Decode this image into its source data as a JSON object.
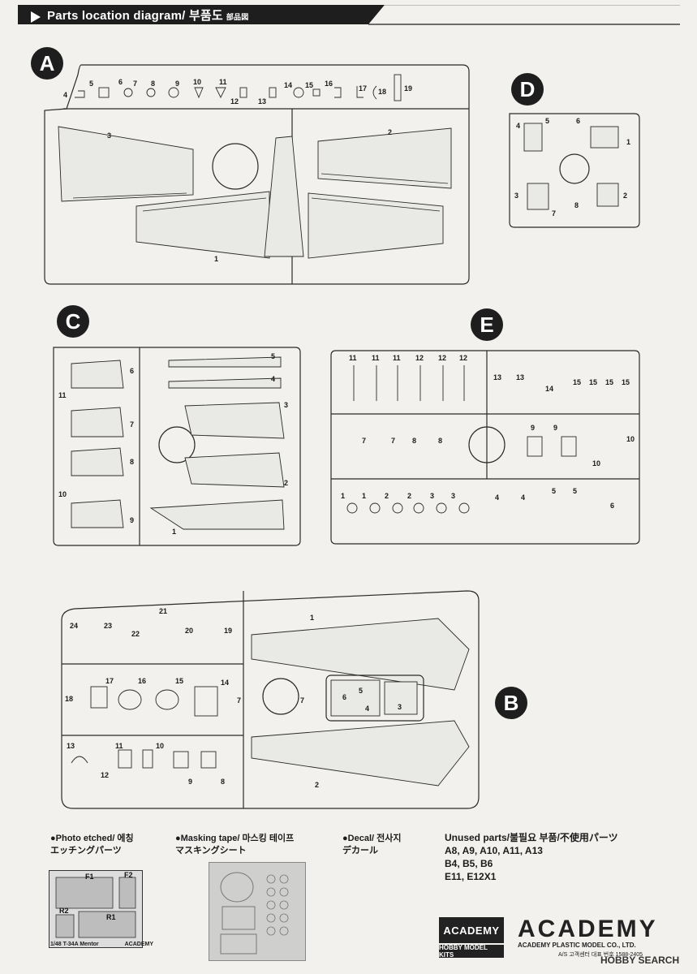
{
  "header": {
    "title": "Parts location diagram/ 부품도",
    "title_sub": "部品図"
  },
  "sprues": {
    "A": {
      "badge": "A",
      "labels": [
        "4",
        "5",
        "6",
        "7",
        "8",
        "9",
        "10",
        "11",
        "12",
        "13",
        "14",
        "15",
        "16",
        "17",
        "18",
        "19",
        "3",
        "2",
        "1"
      ]
    },
    "B": {
      "badge": "B",
      "labels": [
        "24",
        "23",
        "22",
        "21",
        "20",
        "19",
        "1",
        "18",
        "17",
        "16",
        "15",
        "14",
        "7",
        "7",
        "6",
        "5",
        "4",
        "3",
        "13",
        "11",
        "10",
        "12",
        "9",
        "8",
        "2"
      ]
    },
    "C": {
      "badge": "C",
      "labels": [
        "6",
        "11",
        "7",
        "8",
        "10",
        "9",
        "5",
        "4",
        "3",
        "2",
        "1"
      ]
    },
    "D": {
      "badge": "D",
      "labels": [
        "4",
        "5",
        "6",
        "1",
        "3",
        "7",
        "8",
        "2"
      ]
    },
    "E": {
      "badge": "E",
      "labels": [
        "11",
        "11",
        "11",
        "12",
        "12",
        "12",
        "13",
        "13",
        "14",
        "15",
        "15",
        "15",
        "15",
        "7",
        "7",
        "8",
        "8",
        "9",
        "9",
        "10",
        "10",
        "1",
        "1",
        "2",
        "2",
        "3",
        "3",
        "4",
        "4",
        "5",
        "5",
        "6"
      ]
    }
  },
  "legend": {
    "photo_etched": "●Photo etched/ 에칭",
    "photo_etched_jp": "エッチングパーツ",
    "masking_tape": "●Masking tape/ 마스킹 테이프",
    "masking_tape_jp": "マスキングシート",
    "decal": "●Decal/ 전사지",
    "decal_jp": "デカール",
    "unused_title": "Unused parts/불필요 부품/不使用パーツ",
    "unused_line1": "A8, A9, A10, A11, A13",
    "unused_line2": "B4, B5, B6",
    "unused_line3": "E11, E12X1"
  },
  "photo_etch_sheet": {
    "caption": "1/48 T-34A Mentor",
    "brand": "ACADEMY",
    "fret_labels": [
      "F1",
      "F2",
      "R2",
      "R1"
    ]
  },
  "branding": {
    "box_top": "ACADEMY",
    "box_bottom": "HOBBY MODEL KITS",
    "logo": "ACADEMY",
    "company": "ACADEMY PLASTIC MODEL CO., LTD.",
    "service": "A/S 고객센터 대표 번호 1588-2405",
    "watermark": "HOBBY SEARCH"
  },
  "colors": {
    "ink": "#1b1b1b",
    "paper": "#f2f1ee",
    "header": "#1e1e1e"
  }
}
